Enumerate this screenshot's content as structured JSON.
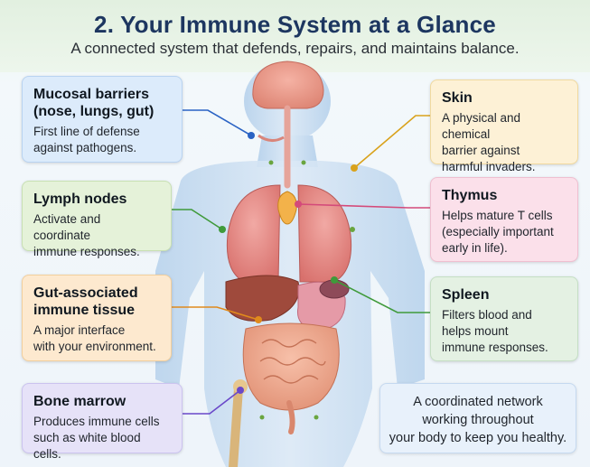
{
  "header": {
    "title": "2. Your Immune System at a Glance",
    "subtitle": "A connected system that defends, repairs, and maintains balance."
  },
  "cards": {
    "mucosal": {
      "title_line1": "Mucosal barriers",
      "title_line2": "(nose, lungs, gut)",
      "desc_line1": "First line of defense",
      "desc_line2": "against pathogens."
    },
    "lymph": {
      "title": "Lymph nodes",
      "desc_line1": "Activate and coordinate",
      "desc_line2": "immune responses."
    },
    "galt": {
      "title_line1": "Gut-associated",
      "title_line2": "immune tissue",
      "desc_line1": "A major interface",
      "desc_line2": "with your environment."
    },
    "marrow": {
      "title": "Bone marrow",
      "desc_line1": "Produces immune cells",
      "desc_line2": "such as white blood cells."
    },
    "skin": {
      "title": "Skin",
      "desc_line1": "A physical and chemical",
      "desc_line2": "barrier against",
      "desc_line3": "harmful invaders."
    },
    "thymus": {
      "title": "Thymus",
      "desc_line1": "Helps mature T cells",
      "desc_line2": "(especially important",
      "desc_line3": "early in life)."
    },
    "spleen": {
      "title": "Spleen",
      "desc_line1": "Filters blood and",
      "desc_line2": "helps mount",
      "desc_line3": "immune responses."
    }
  },
  "note": {
    "line1": "A coordinated network",
    "line2": "working throughout",
    "line3": "your body to keep you healthy."
  },
  "colors": {
    "title": "#1d3660",
    "line_blue": "#2a63c4",
    "line_green": "#3f9a3a",
    "line_orange": "#e08a1c",
    "line_purple": "#6a48c9",
    "line_yellow": "#d9a21b",
    "line_pink": "#d44a7a"
  }
}
